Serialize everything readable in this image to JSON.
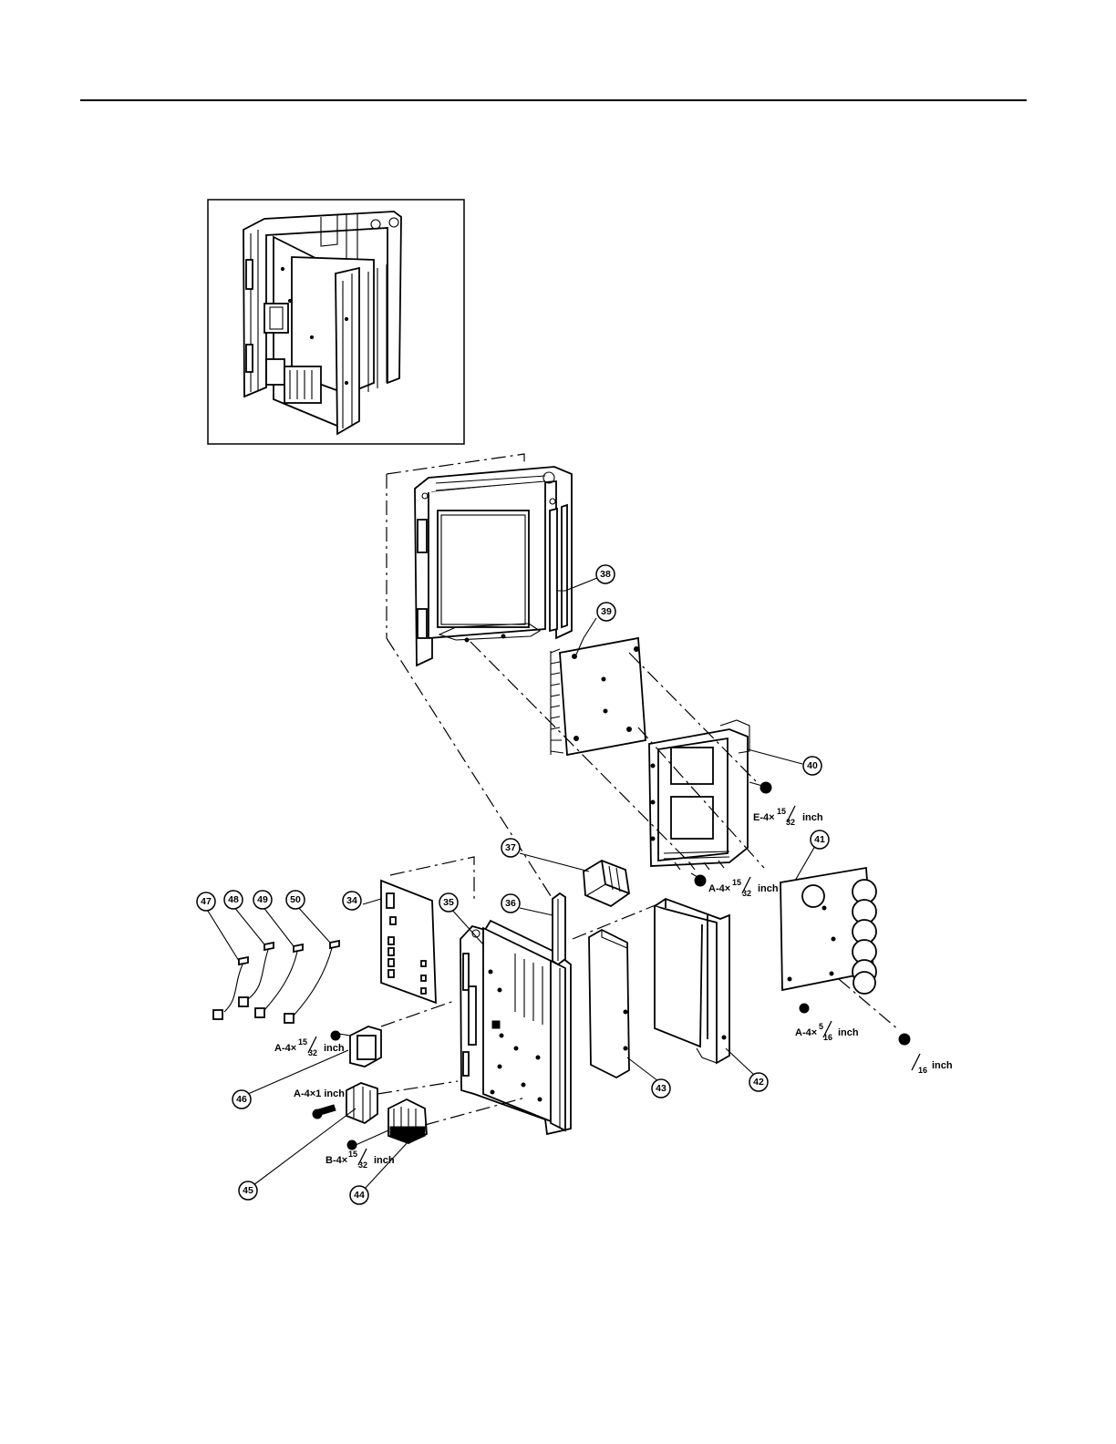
{
  "callouts": [
    "34",
    "35",
    "36",
    "37",
    "38",
    "39",
    "40",
    "41",
    "42",
    "43",
    "44",
    "45",
    "46",
    "47",
    "48",
    "49",
    "50"
  ],
  "hardware": {
    "screw_e_40": {
      "prefix": "E-4×",
      "num": "15",
      "den": "32",
      "unit": "inch"
    },
    "screw_a_40": {
      "prefix": "A-4×",
      "num": "15",
      "den": "32",
      "unit": "inch"
    },
    "screw_a_41": {
      "prefix": "A-4×",
      "num": "5",
      "den": "16",
      "unit": "inch"
    },
    "screw_41_tail": {
      "prefix": "",
      "num": "",
      "den": "16",
      "unit": "inch"
    },
    "screw_a_46": {
      "prefix": "A-4×",
      "num": "15",
      "den": "32",
      "unit": "inch"
    },
    "screw_a_45": {
      "label": "A-4×1 inch"
    },
    "screw_b_44": {
      "prefix": "B-4×",
      "num": "15",
      "den": "32",
      "unit": "inch"
    }
  }
}
